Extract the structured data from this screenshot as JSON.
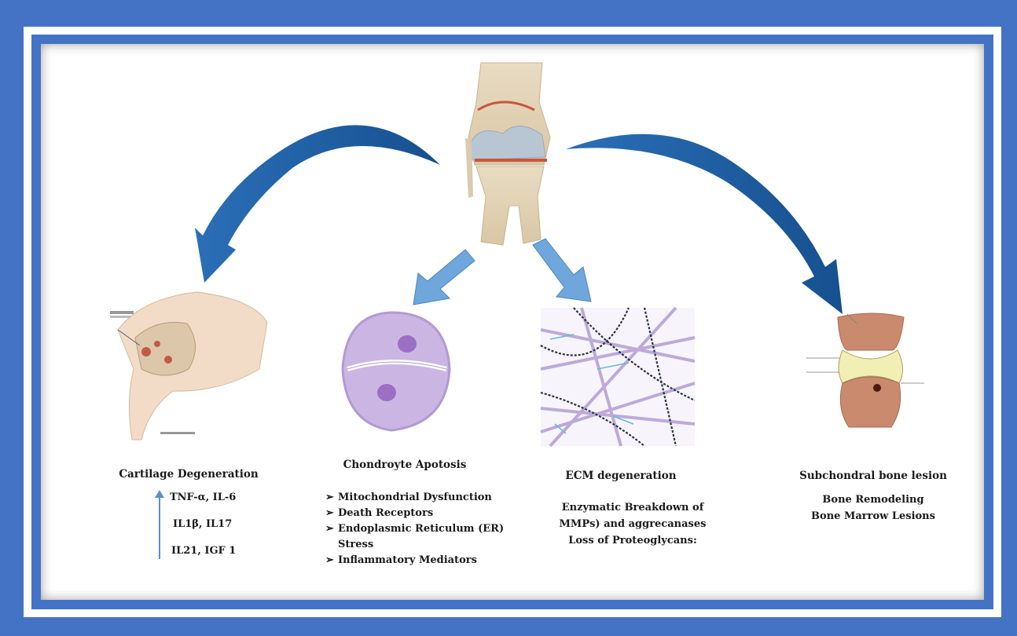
{
  "colors": {
    "frame": "#4472c4",
    "arrow_dark": "#1f5fa8",
    "arrow_light": "#6fa7dc",
    "cell": "#cbb6e3",
    "cell_nucleus": "#9b6fc4"
  },
  "nodes": {
    "cartilage": {
      "title": "Cartilage Degeneration",
      "cytokines": [
        "TNF-α, IL-6",
        "IL1β, IL17",
        "IL21, IGF 1"
      ]
    },
    "apoptosis": {
      "title": "Chondroyte Apotosis",
      "items": [
        "Mitochondrial  Dysfunction",
        "Death Receptors",
        "Endoplasmic Reticulum (ER)",
        "Stress",
        "Inflammatory Mediators"
      ]
    },
    "ecm": {
      "title": "ECM degeneration",
      "lines": [
        "Enzymatic Breakdown of",
        "MMPs) and aggrecanases",
        "Loss of Proteoglycans:"
      ]
    },
    "bone": {
      "title": "Subchondral bone lesion",
      "lines": [
        "Bone Remodeling",
        "Bone Marrow Lesions"
      ]
    }
  },
  "icons": [
    "knee-joint-icon",
    "cartilage-knee-icon",
    "chondrocyte-cell-icon",
    "ecm-fibers-icon",
    "bone-joint-icon"
  ]
}
